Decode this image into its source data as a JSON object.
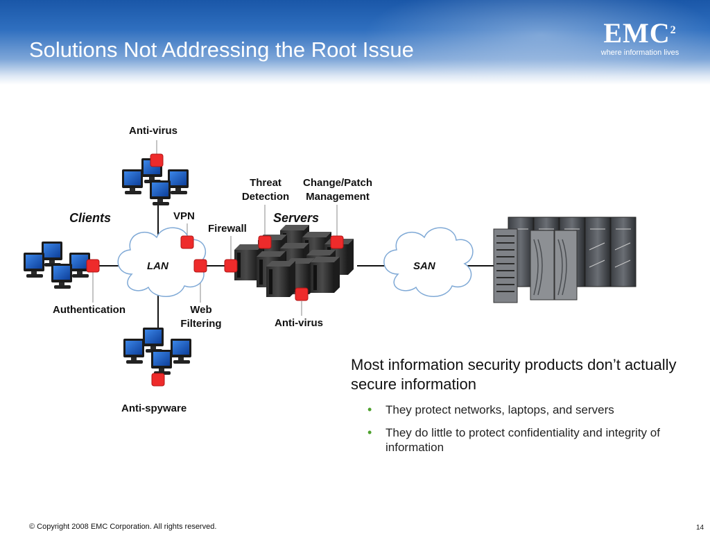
{
  "slide": {
    "title": "Solutions Not Addressing the Root Issue",
    "logo": {
      "word": "EMC",
      "superscript": "2",
      "tagline": "where information lives"
    },
    "footer": "© Copyright 2008 EMC Corporation. All rights reserved.",
    "page_number": "14"
  },
  "diagram": {
    "groups": {
      "clients": "Clients",
      "servers": "Servers"
    },
    "networks": {
      "lan": "LAN",
      "san": "SAN"
    },
    "labels": {
      "antivirus_top": "Anti-virus",
      "vpn": "VPN",
      "firewall": "Firewall",
      "threat_1": "Threat",
      "threat_2": "Detection",
      "patch_1": "Change/Patch",
      "patch_2": "Management",
      "authentication": "Authentication",
      "web_1": "Web",
      "web_2": "Filtering",
      "antivirus_servers": "Anti-virus",
      "antispyware": "Anti-spyware"
    }
  },
  "content": {
    "headline": "Most information security products don’t actually secure information",
    "bullets": [
      "They protect networks, laptops, and servers",
      "They do little to protect confidentiality and integrity of information"
    ]
  },
  "colors": {
    "marker": "#ee2b2b",
    "bullet": "#4ea12e",
    "banner": "#2f6fbf",
    "screen": "#1f5fc9"
  }
}
